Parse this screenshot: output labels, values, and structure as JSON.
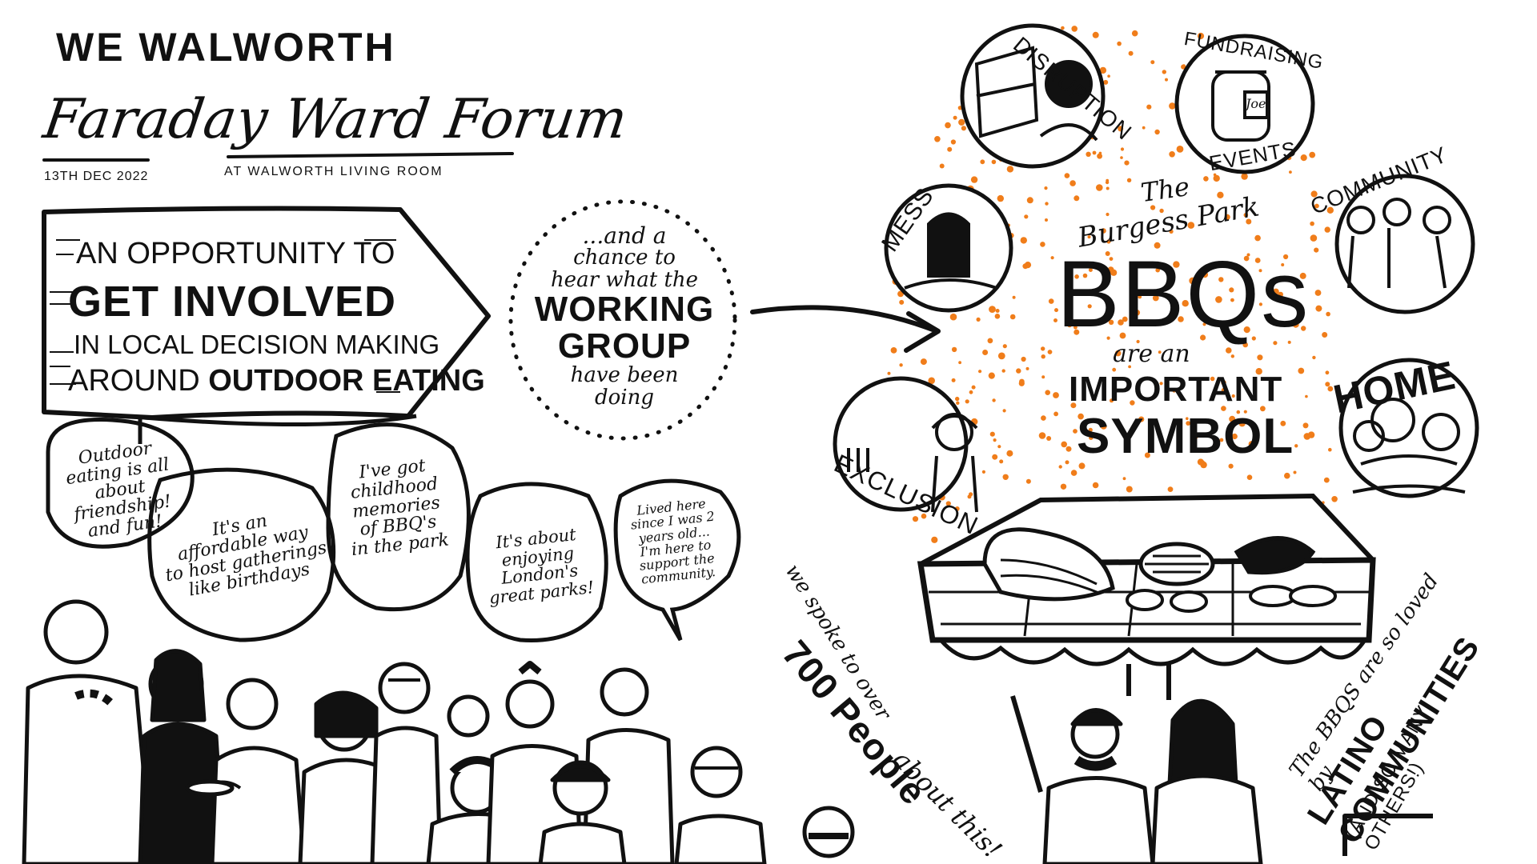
{
  "header": {
    "org": "WE WALWORTH",
    "title": "Faraday Ward Forum",
    "date": "13TH DEC 2022",
    "venue": "AT WALWORTH LIVING ROOM"
  },
  "signpost": {
    "line1": "AN OPPORTUNITY TO",
    "line2": "GET INVOLVED",
    "line3": "IN LOCAL DECISION MAKING",
    "line4_a": "AROUND",
    "line4_b": "OUTDOOR EATING"
  },
  "working_group_bubble": {
    "line1": "...and a",
    "line2": "chance to",
    "line3": "hear what the",
    "line4": "WORKING",
    "line5": "GROUP",
    "line6": "have been",
    "line7": "doing"
  },
  "quotes": [
    {
      "lines": [
        "Outdoor",
        "eating is all",
        "about friendship!",
        "and fun!"
      ]
    },
    {
      "lines": [
        "It's an",
        "affordable way",
        "to host gatherings",
        "like birthdays"
      ]
    },
    {
      "lines": [
        "I've got",
        "childhood",
        "memories",
        "of BBQ's",
        "in the park"
      ]
    },
    {
      "lines": [
        "It's about",
        "enjoying",
        "London's",
        "great parks!"
      ]
    },
    {
      "lines": [
        "Lived here",
        "since I was 2",
        "years old...",
        "I'm here to",
        "support the",
        "community."
      ]
    }
  ],
  "center": {
    "the": "The",
    "place": "Burgess Park",
    "bbqs": "BBQs",
    "are_an": "are an",
    "important": "IMPORTANT",
    "symbol": "SYMBOL"
  },
  "themes": {
    "disruption": "DISRUPTION",
    "fundraising": "FUNDRAISING",
    "events": "EVENTS",
    "community": "COMMUNITY",
    "mess": "MESS",
    "home": "HOME",
    "exclusion": "EXCLUSION",
    "jar_label": "Joe"
  },
  "survey": {
    "line1": "we spoke to over",
    "line2": "700 People",
    "line3": "about this!"
  },
  "latino": {
    "line1": "The BBQS are so loved by",
    "line2": "LATINO COMMUNITIES",
    "line3": "(AND SO MANY OTHERS!)"
  },
  "colors": {
    "ink": "#111111",
    "accent": "#f07d1a",
    "paper": "#ffffff"
  }
}
